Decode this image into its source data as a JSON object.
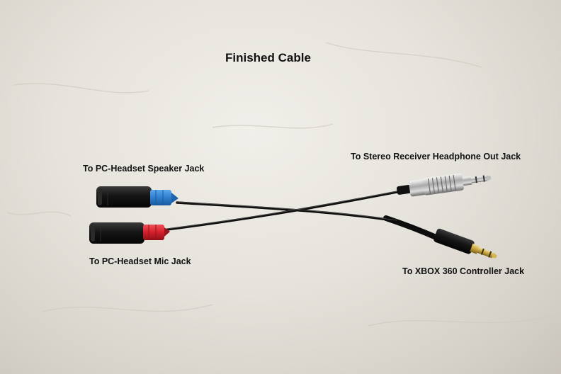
{
  "photo": {
    "title": "Finished Cable",
    "labels": {
      "speaker_jack": "To PC-Headset Speaker Jack",
      "mic_jack": "To PC-Headset Mic Jack",
      "stereo_out": "To Stereo Receiver Headphone Out Jack",
      "xbox_jack": "To XBOX 360 Controller Jack"
    },
    "colors": {
      "background": "#e6e3dc",
      "cable": "#111111",
      "speaker_collar": "#2f7fcf",
      "mic_collar": "#d41f2b",
      "chrome": "#b9b9b9",
      "gold_tip": "#c7a23e"
    }
  }
}
